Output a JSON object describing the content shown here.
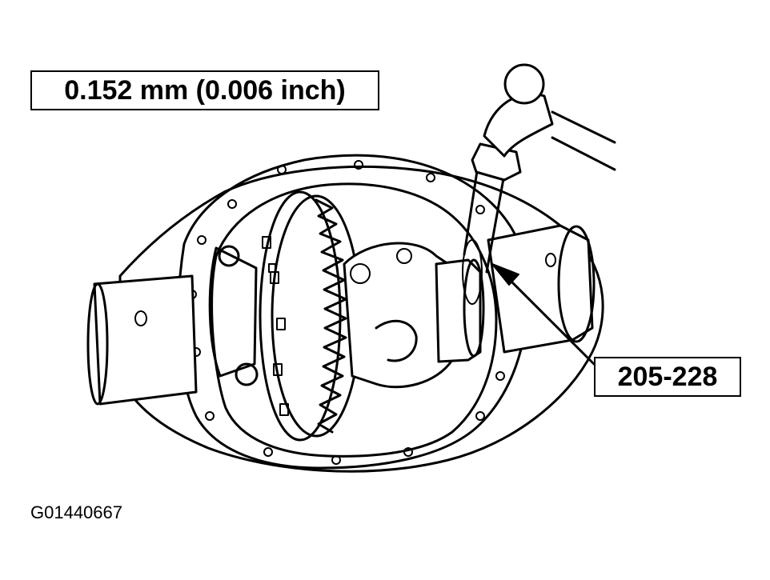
{
  "callouts": {
    "clearance_spec": "0.152 mm (0.006 inch)",
    "tool_number": "205-228"
  },
  "figure_id": "G01440667",
  "colors": {
    "line": "#000000",
    "background": "#ffffff"
  }
}
